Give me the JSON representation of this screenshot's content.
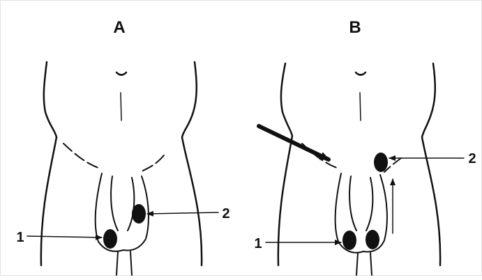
{
  "panels": [
    {
      "label": "A",
      "callouts": [
        "1",
        "2"
      ]
    },
    {
      "label": "B",
      "callouts": [
        "1",
        "2"
      ]
    }
  ],
  "colors": {
    "line": "#111111",
    "fill": "#111111",
    "background": "#ffffff",
    "border": "#e2e2e2"
  }
}
